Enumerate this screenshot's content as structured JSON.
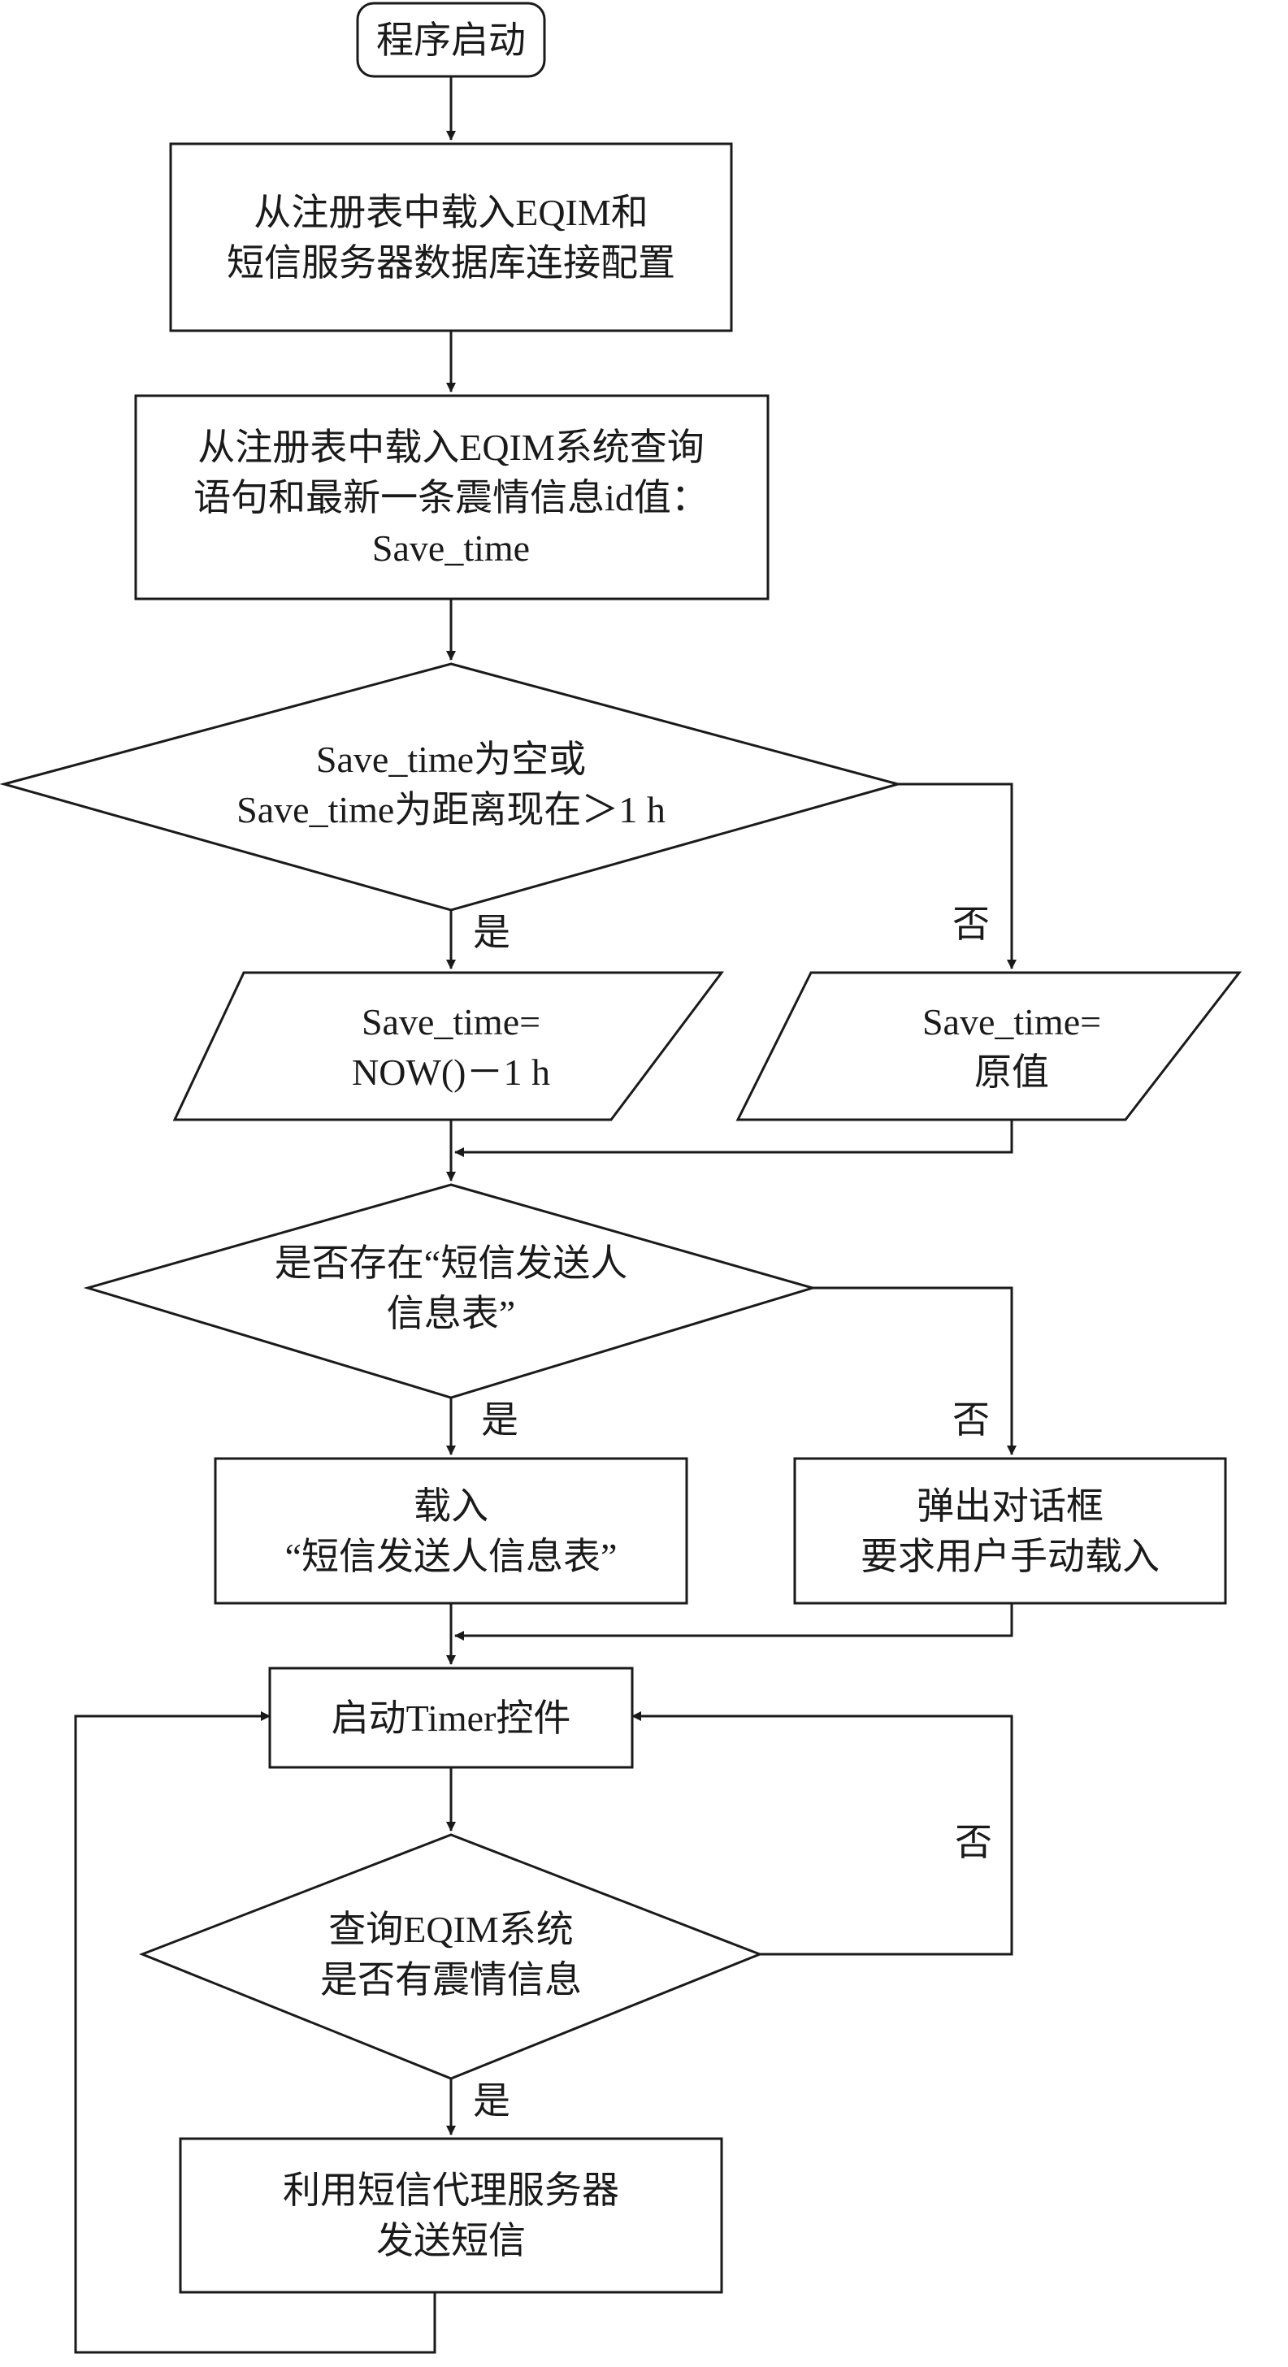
{
  "nodes": {
    "start": {
      "lines": [
        "程序启动"
      ]
    },
    "load_config": {
      "lines": [
        "从注册表中载入EQIM和",
        "短信服务器数据库连接配置"
      ]
    },
    "load_query": {
      "lines": [
        "从注册表中载入EQIM系统查询",
        "语句和最新一条震情信息id值：",
        "Save_time"
      ]
    },
    "check_time": {
      "lines": [
        "Save_time为空或",
        "Save_time为距离现在＞1 h"
      ]
    },
    "set_now": {
      "lines": [
        "Save_time=",
        "NOW()－1 h"
      ]
    },
    "keep_value": {
      "lines": [
        "Save_time=",
        "原值"
      ]
    },
    "check_table": {
      "lines": [
        "是否存在“短信发送人",
        "信息表”"
      ]
    },
    "load_table": {
      "lines": [
        "载入",
        "“短信发送人信息表”"
      ]
    },
    "prompt_user": {
      "lines": [
        "弹出对话框",
        "要求用户手动载入"
      ]
    },
    "start_timer": {
      "lines": [
        "启动Timer控件"
      ]
    },
    "query_eqim": {
      "lines": [
        "查询EQIM系统",
        "是否有震情信息"
      ]
    },
    "send_sms": {
      "lines": [
        "利用短信代理服务器",
        "发送短信"
      ]
    }
  },
  "edge_labels": {
    "time_yes": "是",
    "time_no": "否",
    "table_yes": "是",
    "table_no": "否",
    "query_no": "否",
    "query_yes": "是"
  }
}
